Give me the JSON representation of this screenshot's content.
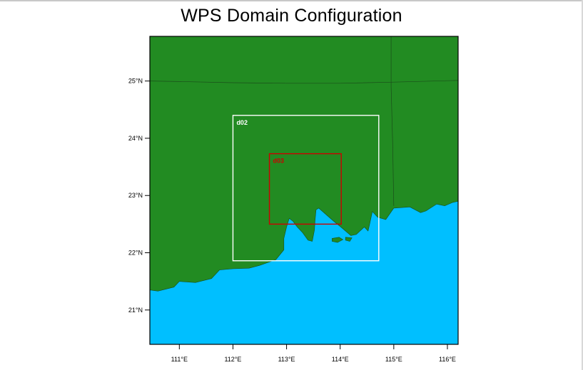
{
  "title": "WPS Domain Configuration",
  "colors": {
    "land": "#228b22",
    "ocean": "#00bfff",
    "border": "#1a4d1a",
    "frame": "#000000",
    "d02": "#ffffff",
    "d03": "#cc0000"
  },
  "axes": {
    "lon_range": [
      110.45,
      116.2
    ],
    "lat_range": [
      20.4,
      25.78
    ],
    "x_ticks": [
      {
        "value": 111,
        "label": "111°E"
      },
      {
        "value": 112,
        "label": "112°E"
      },
      {
        "value": 113,
        "label": "113°E"
      },
      {
        "value": 114,
        "label": "114°E"
      },
      {
        "value": 115,
        "label": "115°E"
      },
      {
        "value": 116,
        "label": "116°E"
      }
    ],
    "y_ticks": [
      {
        "value": 21,
        "label": "21°N"
      },
      {
        "value": 22,
        "label": "22°N"
      },
      {
        "value": 23,
        "label": "23°N"
      },
      {
        "value": 24,
        "label": "24°N"
      },
      {
        "value": 25,
        "label": "25°N"
      }
    ]
  },
  "domains": [
    {
      "label": "d02",
      "lon": [
        112.0,
        114.72
      ],
      "lat": [
        21.86,
        24.4
      ],
      "color": "#ffffff"
    },
    {
      "label": "d03",
      "lon": [
        112.68,
        114.02
      ],
      "lat": [
        22.5,
        23.73
      ],
      "color": "#cc0000"
    }
  ],
  "coastline": [
    [
      110.45,
      21.35
    ],
    [
      110.6,
      21.33
    ],
    [
      110.9,
      21.4
    ],
    [
      111.0,
      21.5
    ],
    [
      111.3,
      21.48
    ],
    [
      111.6,
      21.55
    ],
    [
      111.75,
      21.7
    ],
    [
      112.0,
      21.72
    ],
    [
      112.3,
      21.73
    ],
    [
      112.5,
      21.78
    ],
    [
      112.8,
      21.88
    ],
    [
      112.95,
      22.05
    ],
    [
      112.95,
      22.25
    ],
    [
      113.0,
      22.45
    ],
    [
      113.05,
      22.6
    ],
    [
      113.12,
      22.55
    ],
    [
      113.2,
      22.45
    ],
    [
      113.3,
      22.35
    ],
    [
      113.4,
      22.22
    ],
    [
      113.48,
      22.2
    ],
    [
      113.52,
      22.4
    ],
    [
      113.53,
      22.55
    ],
    [
      113.55,
      22.75
    ],
    [
      113.6,
      22.78
    ],
    [
      113.72,
      22.68
    ],
    [
      113.88,
      22.55
    ],
    [
      114.0,
      22.46
    ],
    [
      114.2,
      22.3
    ],
    [
      114.3,
      22.32
    ],
    [
      114.45,
      22.45
    ],
    [
      114.52,
      22.38
    ],
    [
      114.55,
      22.5
    ],
    [
      114.6,
      22.72
    ],
    [
      114.7,
      22.62
    ],
    [
      114.85,
      22.58
    ],
    [
      115.0,
      22.78
    ],
    [
      115.3,
      22.8
    ],
    [
      115.5,
      22.7
    ],
    [
      115.6,
      22.73
    ],
    [
      115.8,
      22.85
    ],
    [
      115.95,
      22.82
    ],
    [
      116.1,
      22.88
    ],
    [
      116.2,
      22.9
    ]
  ],
  "islands": [
    [
      [
        113.85,
        22.25
      ],
      [
        113.98,
        22.27
      ],
      [
        114.05,
        22.23
      ],
      [
        113.95,
        22.18
      ],
      [
        113.85,
        22.2
      ]
    ],
    [
      [
        114.1,
        22.27
      ],
      [
        114.22,
        22.26
      ],
      [
        114.18,
        22.2
      ],
      [
        114.1,
        22.22
      ]
    ]
  ],
  "provincial_borders": [
    [
      [
        110.45,
        25.0
      ],
      [
        111.0,
        24.99
      ],
      [
        112.0,
        24.97
      ],
      [
        113.0,
        24.96
      ],
      [
        114.0,
        24.96
      ],
      [
        115.0,
        24.98
      ],
      [
        116.2,
        25.01
      ]
    ],
    [
      [
        114.95,
        25.78
      ],
      [
        114.95,
        24.9
      ],
      [
        114.98,
        23.9
      ],
      [
        115.0,
        22.82
      ]
    ]
  ]
}
